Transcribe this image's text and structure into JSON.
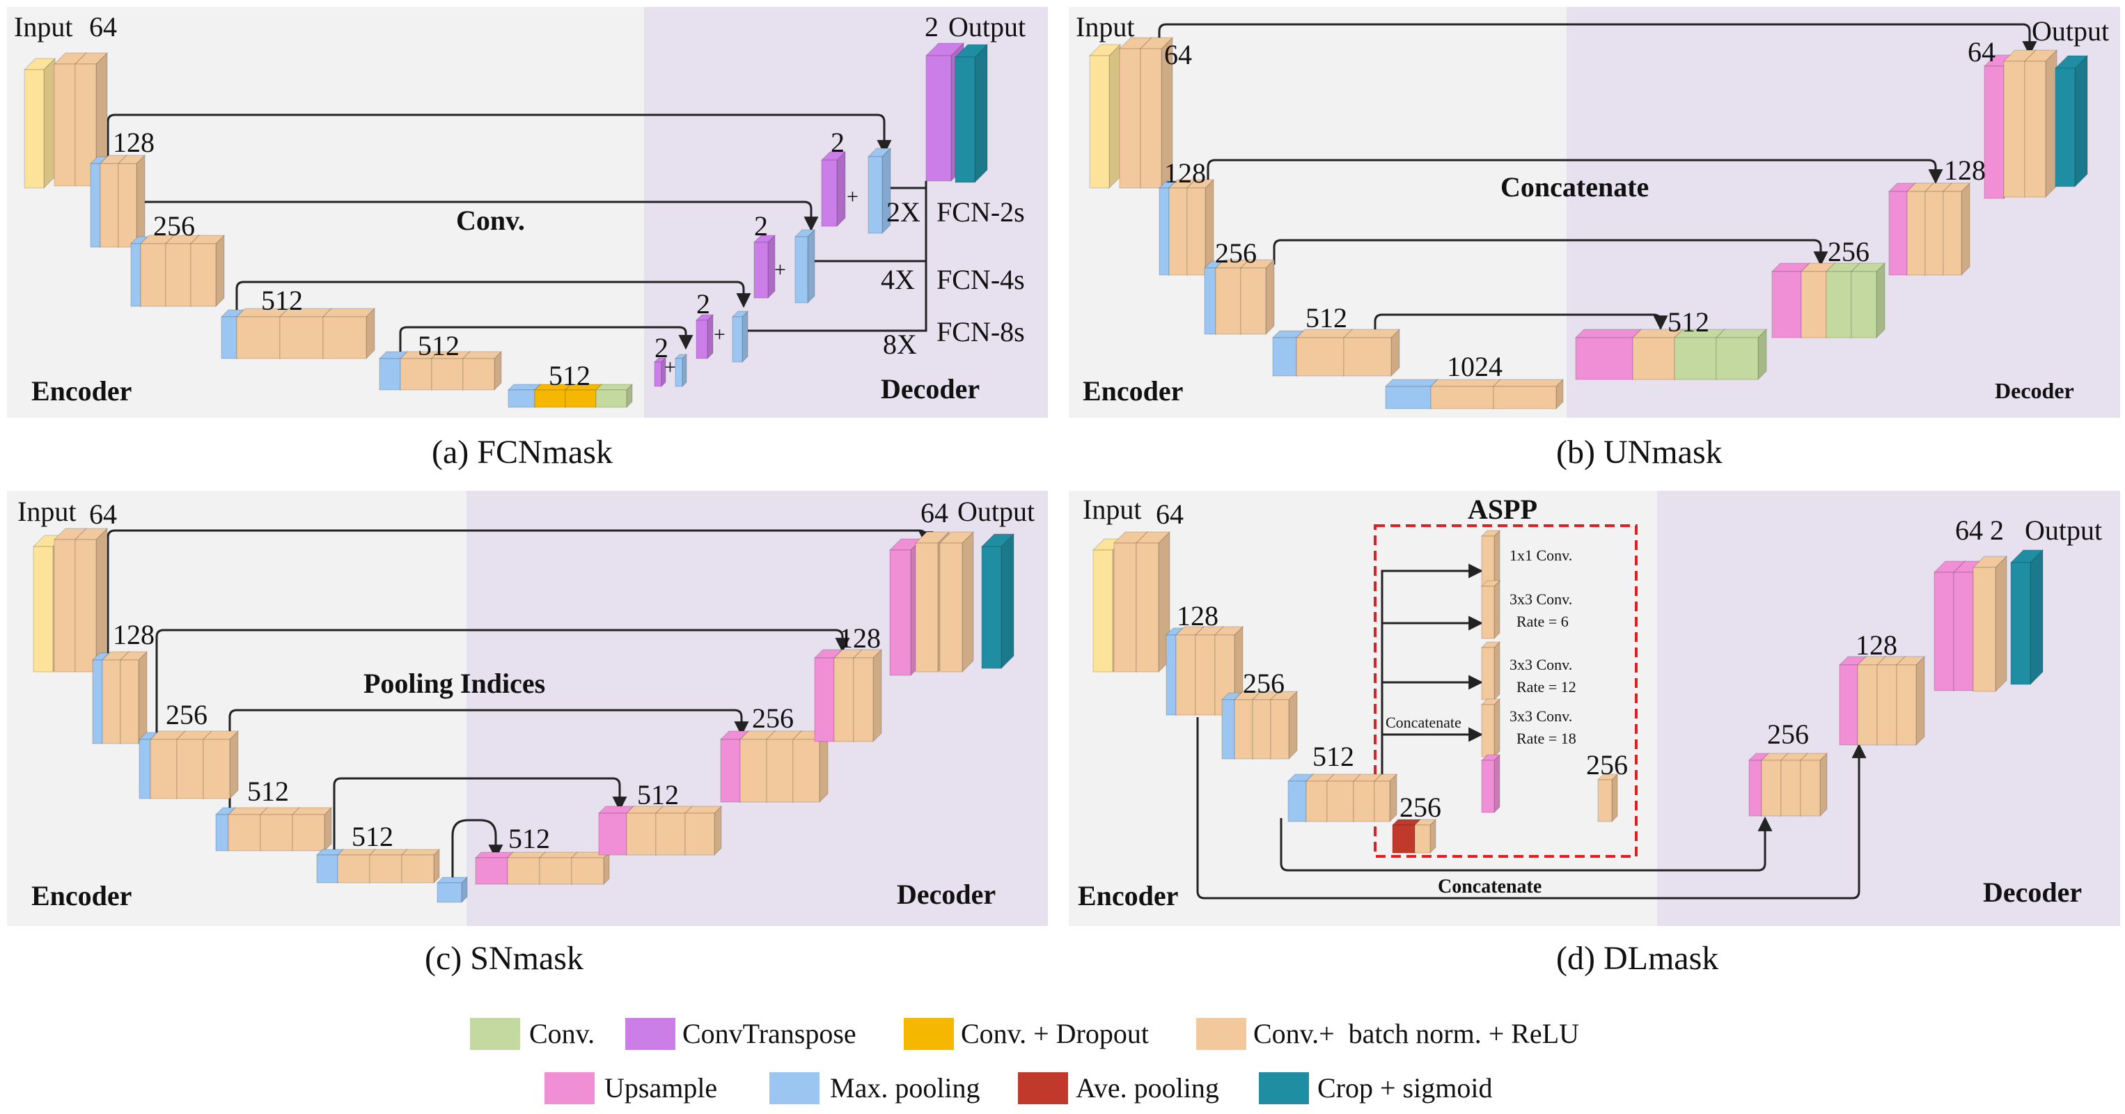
{
  "colors": {
    "conv": "#c4d9a0",
    "convtranspose": "#cc7ee8",
    "conv_dropout": "#f5b700",
    "conv_bn_relu": "#f2c99c",
    "upsample": "#f08fd6",
    "maxpool": "#9cc6f2",
    "avepool": "#c0392b",
    "crop_sigmoid": "#1f8ea3",
    "input": "#fde39a",
    "encoder_bg": "#f2f2f2",
    "decoder_bg": "#e7e0ee",
    "aspp_border": "#e02020"
  },
  "panels": [
    {
      "id": "a",
      "caption": "(a) FCNmask",
      "encoder": "Encoder",
      "decoder": "Decoder",
      "skip_label": "Conv.",
      "texts": {
        "input": "Input",
        "c64": "64",
        "c128": "128",
        "c256": "256",
        "c512a": "512",
        "c512b": "512",
        "c512c": "512",
        "u2a": "2",
        "u2b": "2",
        "u2c": "2",
        "u2d": "2",
        "out2": "2",
        "output": "Output",
        "plus": "+",
        "x2": "2X",
        "x4": "4X",
        "x8": "8X",
        "fcn2": "FCN-2s",
        "fcn4": "FCN-4s",
        "fcn8": "FCN-8s"
      }
    },
    {
      "id": "b",
      "caption": "(b) UNmask",
      "encoder": "Encoder",
      "decoder": "Decoder",
      "skip_label": "Concatenate",
      "texts": {
        "input": "Input",
        "c64": "64",
        "c128": "128",
        "c256": "256",
        "c512": "512",
        "c1024": "1024",
        "d512": "512",
        "d256": "256",
        "d128": "128",
        "d64": "64",
        "output": "Output"
      }
    },
    {
      "id": "c",
      "caption": "(c) SNmask",
      "encoder": "Encoder",
      "decoder": "Decoder",
      "skip_label": "Pooling Indices",
      "texts": {
        "input": "Input",
        "c64": "64",
        "c128": "128",
        "c256": "256",
        "c512a": "512",
        "c512b": "512",
        "d512a": "512",
        "d512b": "512",
        "d256": "256",
        "d128": "128",
        "d64": "64",
        "output": "Output"
      }
    },
    {
      "id": "d",
      "caption": "(d) DLmask",
      "encoder": "Encoder",
      "decoder": "Decoder",
      "skip_label": "Concatenate",
      "texts": {
        "input": "Input",
        "c64": "64",
        "c128": "128",
        "c256": "256",
        "c512": "512",
        "avg256": "256",
        "aspp": "ASPP",
        "concat_inner": "Concatenate",
        "r1": "1x1 Conv.",
        "r2a": "3x3 Conv.",
        "r2b": "Rate = 6",
        "r3a": "3x3 Conv.",
        "r3b": "Rate = 12",
        "r4a": "3x3 Conv.",
        "r4b": "Rate = 18",
        "a256": "256",
        "d256": "256",
        "d128": "128",
        "d64": "64",
        "d2": "2",
        "output": "Output"
      }
    }
  ],
  "legend": [
    {
      "label": "Conv.",
      "color": "#c4d9a0"
    },
    {
      "label": "ConvTranspose",
      "color": "#cc7ee8"
    },
    {
      "label": "Conv. + Dropout",
      "color": "#f5b700"
    },
    {
      "label": "Conv.+  batch norm. + ReLU",
      "color": "#f2c99c"
    },
    {
      "label": "Upsample",
      "color": "#f08fd6"
    },
    {
      "label": "Max. pooling",
      "color": "#9cc6f2"
    },
    {
      "label": "Ave. pooling",
      "color": "#c0392b"
    },
    {
      "label": "Crop + sigmoid",
      "color": "#1f8ea3"
    }
  ]
}
